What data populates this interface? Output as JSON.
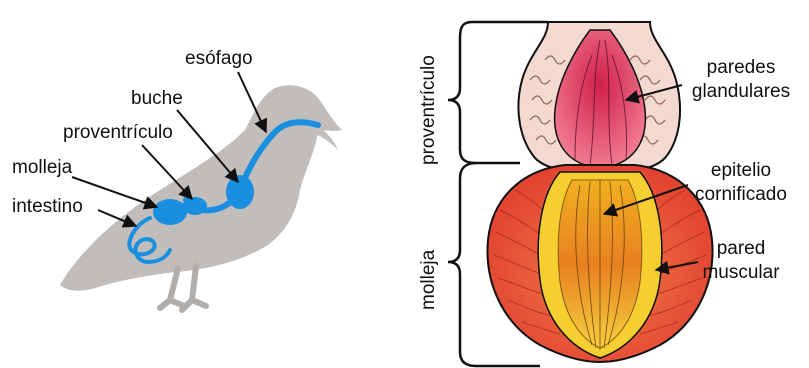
{
  "labels": {
    "bird": {
      "esofago": "esófago",
      "buche": "buche",
      "proventriculo": "proventrículo",
      "molleja": "molleja",
      "intestino": "intestino"
    },
    "stomach": {
      "proventriculo_side": "proventrículo",
      "molleja_side": "molleja",
      "paredes_1": "paredes",
      "paredes_2": "glandulares",
      "epitelio_1": "epitelio",
      "epitelio_2": "cornificado",
      "pared_1": "pared",
      "pared_2": "muscular"
    }
  },
  "colors": {
    "bird_silhouette": "#c0bdbb",
    "digestive_tract": "#1a8fe0",
    "muscle": "#e8533a",
    "glandular_outer": "#f3d9cf",
    "glandular_inner": "#e02a5a",
    "cornified": "#f2c21a",
    "outline": "#111111"
  }
}
